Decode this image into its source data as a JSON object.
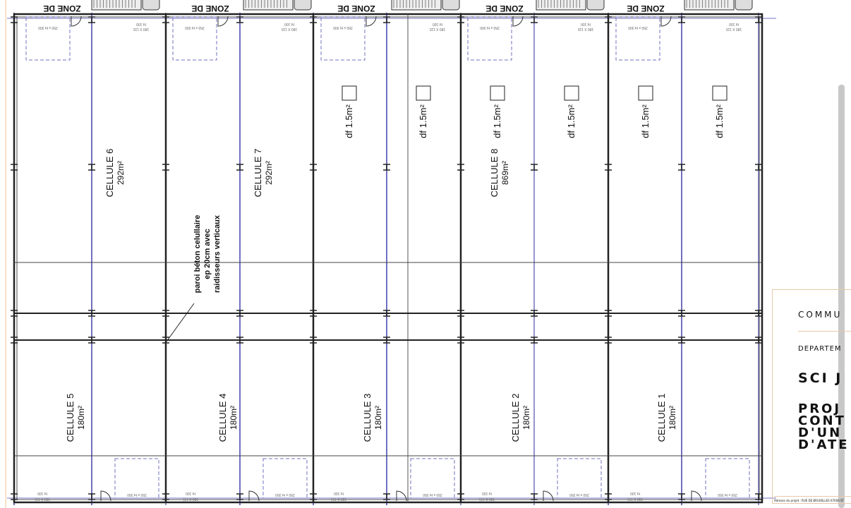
{
  "plan": {
    "zone_label": "ZONE DE",
    "top_door_small": [
      "180 X 115",
      "ht 100"
    ],
    "top_door_large": "250 x ht 300",
    "bottom_door_small": [
      "180 X 115",
      "ht 100"
    ],
    "bottom_door_large": "250 x ht 350",
    "skylight_label": "df 1.5m²",
    "wall_note": [
      "paroi béton celullaire",
      "ep 20cm avec",
      "raidisseurs verticaux"
    ],
    "cells_top": [
      {
        "name": "CELLULE 6",
        "area": "292m²"
      },
      {
        "name": "CELLULE 7",
        "area": "292m²"
      },
      {
        "name": "CELLULE 8",
        "area": "869m²"
      }
    ],
    "cells_bottom": [
      {
        "name": "CELLULE 5",
        "area": "180m²"
      },
      {
        "name": "CELLULE 4",
        "area": "180m²"
      },
      {
        "name": "CELLULE 3",
        "area": "180m²"
      },
      {
        "name": "CELLULE 2",
        "area": "180m²"
      },
      {
        "name": "CELLULE 1",
        "area": "180m²"
      }
    ]
  },
  "title_block": {
    "commune": "COMMU",
    "departement": "DEPARTEM",
    "client": "SCI J",
    "project": [
      "PROJ",
      "CONT",
      "D'UN",
      "D'ATE"
    ],
    "footer": "Adresse du projet : RUE DE BRUXELLES 67000 ST"
  },
  "colors": {
    "wall": "#222222",
    "grid": "#7070c0",
    "title_border": "#e8c8a8"
  }
}
